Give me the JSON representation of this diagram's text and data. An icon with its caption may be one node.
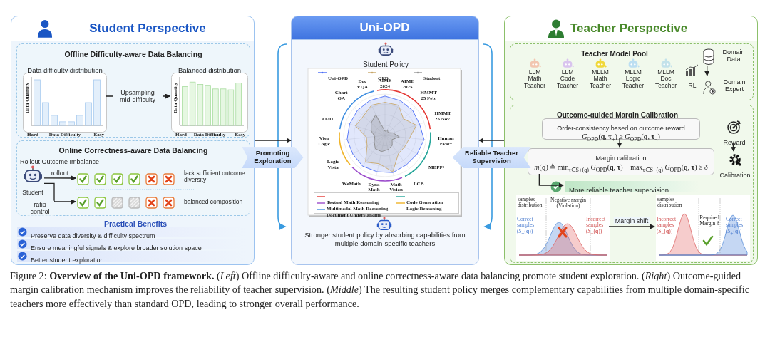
{
  "diagram": {
    "caption": "Figure 2: **Overview of the Uni-OPD framework.** (*Left*) Offline difficulty-aware and online correctness-aware data balancing promote student exploration. (*Right*) Outcome-guided margin calibration mechanism improves the reliability of teacher supervision. (*Middle*) The resulting student policy merges complementary capabilities from multiple domain-specific teachers more effectively than standard OPD, leading to stronger overall performance.",
    "nodes": [
      {
        "text": [
          "Student Perspective"
        ]
      },
      {
        "text": [
          "Offline Difficulty-aware Data Balancing"
        ],
        "in": 0
      },
      {
        "text": [
          "Data difficulty distribution",
          "Data Quantity",
          "Hard",
          "Data Difficulty",
          "Easy"
        ],
        "in": 1
      },
      {
        "text": [
          "Balanced distribution",
          "Data Quantity",
          "Hard",
          "Data Difficulty",
          "Easy"
        ],
        "in": 1
      },
      {
        "text": [
          "Online Correctness-aware Data Balancing",
          "Rollout Outcome Imbalance"
        ],
        "in": 0
      },
      {
        "text": [
          "Student"
        ],
        "in": 4
      },
      {
        "text": [],
        "shape": "box",
        "in": 4,
        "beside": [
          "lack sufficient outcome diversity"
        ]
      },
      {
        "text": [],
        "shape": "box",
        "in": 4,
        "beside": [
          "balanced composition"
        ]
      },
      {
        "text": [
          "Uni-OPD"
        ]
      },
      {
        "text": [
          "Student Policy"
        ],
        "in": 8
      },
      {
        "text": [
          "Teacher Perspective"
        ]
      },
      {
        "text": [
          "Teacher Model Pool"
        ],
        "in": 10
      },
      {
        "text": [
          "LLM Math Teacher"
        ],
        "in": 11
      },
      {
        "text": [
          "LLM Code Teacher"
        ],
        "in": 11
      },
      {
        "text": [
          "MLLM Math Teacher"
        ],
        "in": 11
      },
      {
        "text": [
          "MLLM Logic Teacher"
        ],
        "in": 11
      },
      {
        "text": [
          "MLLM Doc Teacher"
        ],
        "in": 11
      },
      {
        "text": [
          "RL"
        ],
        "in": 11
      },
      {
        "text": [
          "Domain Data"
        ],
        "in": 11
      },
      {
        "text": [
          "Domain Expert"
        ],
        "in": 11
      },
      {
        "text": [
          "Outcome-guided Margin Calibration"
        ],
        "in": 10
      },
      {
        "text": [
          "Order-consistency based on outcome reward",
          "*G*$_{OPD}$(**q**, **τ**$_{+}$) ≥ *G*$_{OPD}$(**q**, **τ**$_{−}$)"
        ],
        "in": 20
      },
      {
        "text": [
          "Margin calibration",
          "*m*(**q**) ≜ min$_{τ∈S+(q)}$ *G*$_{OPD}$(**q**, **τ**) − max$_{τ∈S−(q)}$ *G*$_{OPD}$(**q**, **τ**) ≥ *δ*"
        ],
        "in": 20
      },
      {
        "text": [
          "More reliable teacher supervision"
        ],
        "in": 20
      },
      {
        "text": [
          "Reward"
        ],
        "in": 20
      },
      {
        "text": [
          "Calibration"
        ],
        "in": 20
      },
      {
        "text": [
          "samples distribution",
          "Negative margin (Violation)",
          "Correct samples (*S*$_{+}$(**q**))",
          "Incorrect samples (*S*$_{−}$(**q**))"
        ],
        "in": 20
      },
      {
        "text": [
          "samples distribution",
          "Incorrect samples (*S*$_{−}$(**q**))",
          "Required Margin *δ*",
          "Correct samples (*S*$_{+}$(**q**))"
        ],
        "in": 20
      }
    ],
    "edges": [
      {
        "from": 2,
        "to": 3,
        "arrow": "to",
        "label": "Upsampling mid-difficulty"
      },
      {
        "from": 5,
        "to": 6,
        "arrow": "to",
        "label": "rollout"
      },
      {
        "from": 5,
        "to": 7,
        "arrow": "to",
        "label": "ratio control"
      },
      {
        "from": 0,
        "to": 8,
        "arrow": "to",
        "label": "Promoting Exploration"
      },
      {
        "from": 10,
        "to": 8,
        "arrow": "to",
        "label": "Reliable Teacher Supervision"
      },
      {
        "from": 18,
        "to": 19,
        "arrow": "to"
      },
      {
        "from": 21,
        "to": 22,
        "arrow": "to"
      },
      {
        "from": 22,
        "to": 23,
        "arrow": "to"
      },
      {
        "from": 24,
        "to": 25,
        "arrow": "to"
      },
      {
        "from": 26,
        "to": 27,
        "arrow": "to",
        "label": "Margin shift"
      }
    ],
    "labels": [
      "AIME 2024",
      "AIME 2025",
      "HMMT 25 Feb.",
      "HMMT 25 Nov.",
      "Human Eval+",
      "MBPP+",
      "LCB",
      "Math Vision",
      "Dyna Math",
      "WeMath",
      "Logic Vista",
      "Visu Logic",
      "AI2D",
      "Chart QA",
      "Doc VQA",
      "Practical Benefits",
      "Preserve data diversity & difficulty spectrum",
      "Ensure meaningful signals & explore broader solution space",
      "Better student exploration",
      "Stronger student policy by absorbing capabilities from multiple domain-specific teachers"
    ],
    "legend": [
      {
        "text": "Uni-OPD"
      },
      {
        "text": "OPD"
      },
      {
        "text": "Student"
      },
      {
        "text": "Textual Math Reasoning"
      },
      {
        "text": "Code Generation"
      },
      {
        "text": "Multimodal Math Reasoning"
      },
      {
        "text": "Logic Reasoning"
      },
      {
        "text": "Document Understanding"
      }
    ]
  }
}
